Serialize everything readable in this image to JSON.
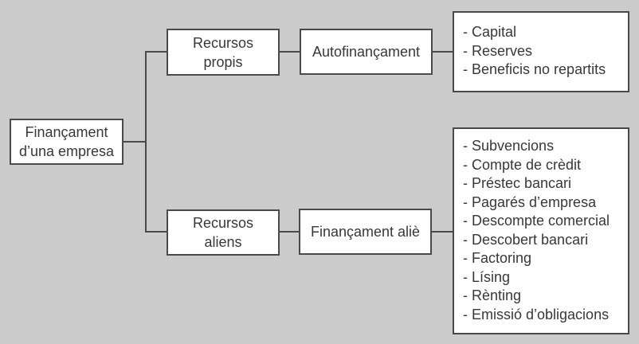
{
  "colors": {
    "background": "#cbcbcb",
    "line": "#4a4a4a",
    "box_fill": "#ffffff",
    "text": "#383838"
  },
  "nodes": {
    "root": {
      "label": "Finançament\nd’una empresa"
    },
    "recursos_propis": {
      "label": "Recursos\npropis"
    },
    "autofinancament": {
      "label": "Autofinançament"
    },
    "recursos_aliens": {
      "label": "Recursos\naliens"
    },
    "financament_alie": {
      "label": "Finançament aliè"
    },
    "detail_propis": {
      "items": [
        "- Capital",
        "- Reserves",
        "- Beneficis no repartits"
      ]
    },
    "detail_aliens": {
      "items": [
        "- Subvencions",
        "- Compte de crèdit",
        "- Préstec bancari",
        "- Pagarés d’empresa",
        "- Descompte comercial",
        "- Descobert bancari",
        "- Factoring",
        "- Lísing",
        "- Rènting",
        "- Emissió d’obligacions"
      ]
    }
  }
}
